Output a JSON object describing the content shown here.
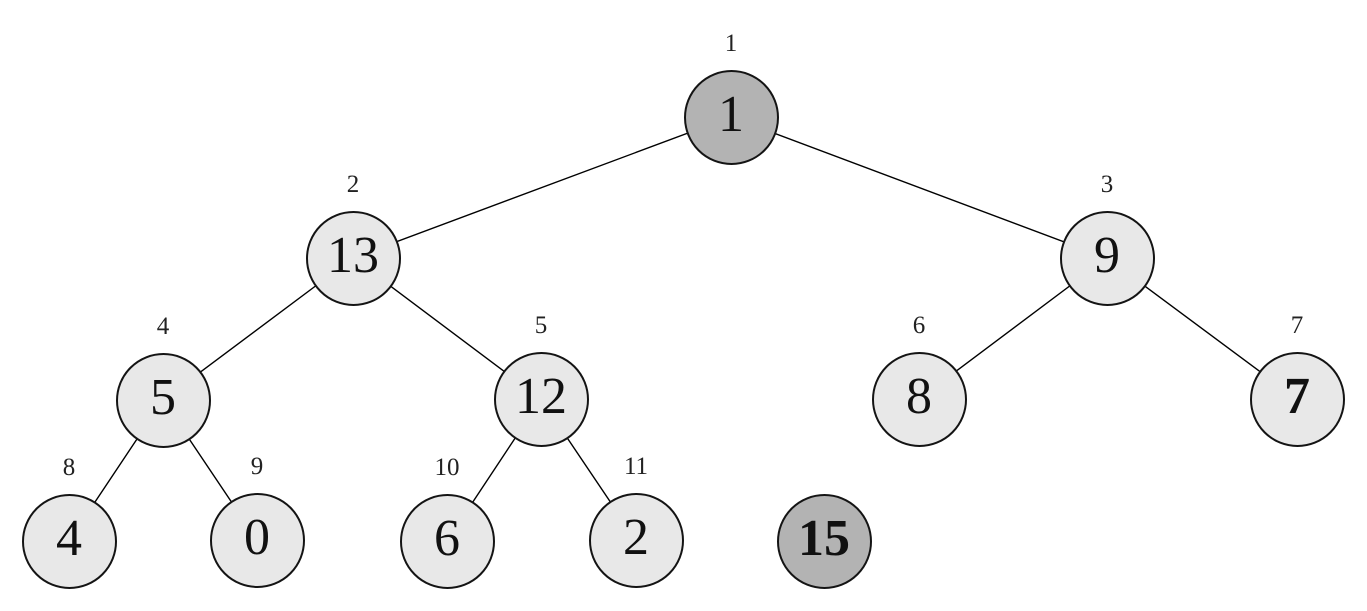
{
  "diagram": {
    "type": "binary-tree",
    "description_visible": false
  },
  "colors": {
    "background": "#ffffff",
    "node_light_fill": "#e8e8e8",
    "node_dark_fill": "#b3b3b3",
    "node_stroke": "#141414",
    "edge_stroke": "#000000",
    "text": "#111111"
  },
  "nodes": [
    {
      "index": "1",
      "value": "1",
      "variant": "dark",
      "bold": false
    },
    {
      "index": "2",
      "value": "13",
      "variant": "light",
      "bold": false
    },
    {
      "index": "3",
      "value": "9",
      "variant": "light",
      "bold": false
    },
    {
      "index": "4",
      "value": "5",
      "variant": "light",
      "bold": false
    },
    {
      "index": "5",
      "value": "12",
      "variant": "light",
      "bold": false
    },
    {
      "index": "6",
      "value": "8",
      "variant": "light",
      "bold": false
    },
    {
      "index": "7",
      "value": "7",
      "variant": "light",
      "bold": true
    },
    {
      "index": "8",
      "value": "4",
      "variant": "light",
      "bold": false
    },
    {
      "index": "9",
      "value": "0",
      "variant": "light",
      "bold": false
    },
    {
      "index": "10",
      "value": "6",
      "variant": "light",
      "bold": false
    },
    {
      "index": "11",
      "value": "2",
      "variant": "light",
      "bold": false
    },
    {
      "index": "",
      "value": "15",
      "variant": "dark",
      "bold": true
    }
  ],
  "edges": [
    [
      "1",
      "2"
    ],
    [
      "1",
      "3"
    ],
    [
      "2",
      "4"
    ],
    [
      "2",
      "5"
    ],
    [
      "3",
      "6"
    ],
    [
      "3",
      "7"
    ],
    [
      "4",
      "8"
    ],
    [
      "4",
      "9"
    ],
    [
      "5",
      "10"
    ],
    [
      "5",
      "11"
    ]
  ]
}
